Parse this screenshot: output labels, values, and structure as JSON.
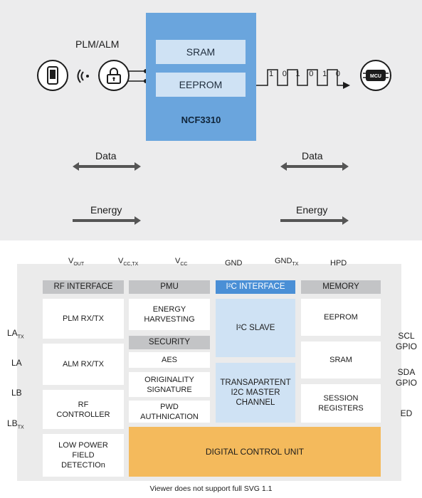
{
  "top": {
    "channel_label": "PLM/ALM",
    "chip": {
      "name": "NCF3310",
      "blocks": [
        "SRAM",
        "EEPROM"
      ]
    },
    "bitstream": [
      "1",
      "0",
      "1",
      "0",
      "1",
      "0"
    ],
    "mcu_label": "MCU",
    "left_flows": {
      "data": "Data",
      "energy": "Energy"
    },
    "right_flows": {
      "data": "Data",
      "energy": "Energy"
    }
  },
  "pins_top": [
    {
      "main": "V",
      "sub": "OUT"
    },
    {
      "main": "V",
      "sub": "CC,TX"
    },
    {
      "main": "V",
      "sub": "CC"
    },
    {
      "main": "GND",
      "sub": ""
    },
    {
      "main": "GND",
      "sub": "TX"
    },
    {
      "main": "HPD",
      "sub": ""
    }
  ],
  "pins_left": [
    {
      "main": "LA",
      "sub": "TX"
    },
    {
      "main": "LA",
      "sub": ""
    },
    {
      "main": "LB",
      "sub": ""
    },
    {
      "main": "LB",
      "sub": "TX"
    }
  ],
  "pins_right": [
    {
      "main": "SCL",
      "line2": "GPIO"
    },
    {
      "main": "SDA",
      "line2": "GPIO"
    },
    {
      "main": "ED",
      "line2": ""
    }
  ],
  "rf_interface": {
    "header": "RF INTERFACE",
    "blocks": [
      "PLM RX/TX",
      "ALM RX/TX",
      "RF\nCONTROLLER",
      "LOW POWER\nFIELD\nDETECTIOn"
    ]
  },
  "pmu": {
    "header": "PMU",
    "blocks": [
      "ENERGY\nHARVESTING"
    ],
    "security_header": "SECURITY",
    "security_blocks": [
      "AES",
      "ORIGINALITY\nSIGNATURE",
      "PWD\nAUTHNICATION"
    ]
  },
  "i2c": {
    "header": "I²C INTERFACE",
    "blocks": [
      "I²C SLAVE",
      "TRANSAPARTENT\nI2C MASTER\nCHANNEL"
    ]
  },
  "memory": {
    "header": "MEMORY",
    "blocks": [
      "EEPROM",
      "SRAM",
      "SESSION\nREGISTERS"
    ]
  },
  "dcu_label": "DIGITAL CONTROL UNIT",
  "footer": "Viewer does not support full SVG 1.1",
  "colors": {
    "chip_blue": "#6aa5dd",
    "light_blue": "#cfe2f4",
    "header_blue": "#4a8fd6",
    "header_gray": "#c3c4c6",
    "dcu_orange": "#f4ba5c",
    "panel_gray": "#ececed"
  }
}
